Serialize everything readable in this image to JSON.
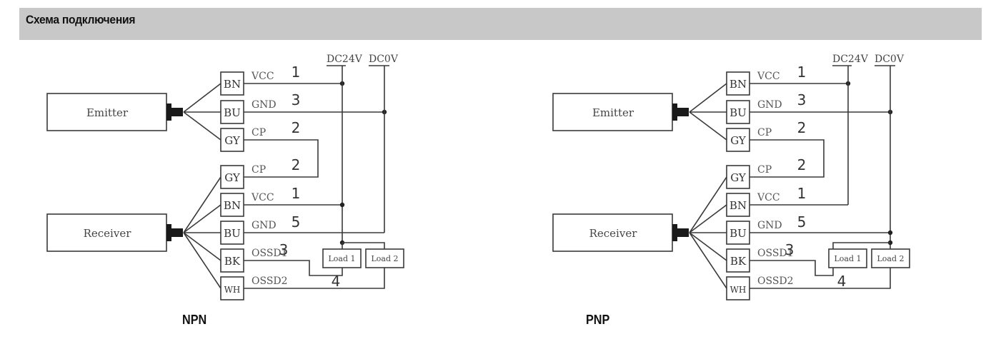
{
  "header": {
    "title": "Схема подключения"
  },
  "diagrams": [
    {
      "type": "NPN",
      "caption": "NPN",
      "emitter_label": "Emitter",
      "receiver_label": "Receiver",
      "rail_positive": "DC24V",
      "rail_negative": "DC0V",
      "emitter_wires": [
        {
          "color_code": "BN",
          "signal": "VCC",
          "pin": "1"
        },
        {
          "color_code": "BU",
          "signal": "GND",
          "pin": "3"
        },
        {
          "color_code": "GY",
          "signal": "CP",
          "pin": "2"
        }
      ],
      "receiver_wires": [
        {
          "color_code": "GY",
          "signal": "CP",
          "pin": "2"
        },
        {
          "color_code": "BN",
          "signal": "VCC",
          "pin": "1"
        },
        {
          "color_code": "BU",
          "signal": "GND",
          "pin": "5"
        },
        {
          "color_code": "BK",
          "signal": "OSSD1",
          "pin": "3"
        },
        {
          "color_code": "WH",
          "signal": "OSSD2",
          "pin": "4"
        }
      ],
      "loads": [
        "Load 1",
        "Load 2"
      ]
    },
    {
      "type": "PNP",
      "caption": "PNP",
      "emitter_label": "Emitter",
      "receiver_label": "Receiver",
      "rail_positive": "DC24V",
      "rail_negative": "DC0V",
      "emitter_wires": [
        {
          "color_code": "BN",
          "signal": "VCC",
          "pin": "1"
        },
        {
          "color_code": "BU",
          "signal": "GND",
          "pin": "3"
        },
        {
          "color_code": "GY",
          "signal": "CP",
          "pin": "2"
        }
      ],
      "receiver_wires": [
        {
          "color_code": "GY",
          "signal": "CP",
          "pin": "2"
        },
        {
          "color_code": "BN",
          "signal": "VCC",
          "pin": "1"
        },
        {
          "color_code": "BU",
          "signal": "GND",
          "pin": "5"
        },
        {
          "color_code": "BK",
          "signal": "OSSD1",
          "pin": "3"
        },
        {
          "color_code": "WH",
          "signal": "OSSD2",
          "pin": "4"
        }
      ],
      "loads": [
        "Load 1",
        "Load 2"
      ]
    }
  ],
  "colors": {
    "header_bg": "#c8c8c8",
    "line": "#3a3a3a",
    "label_text": "#555555"
  }
}
